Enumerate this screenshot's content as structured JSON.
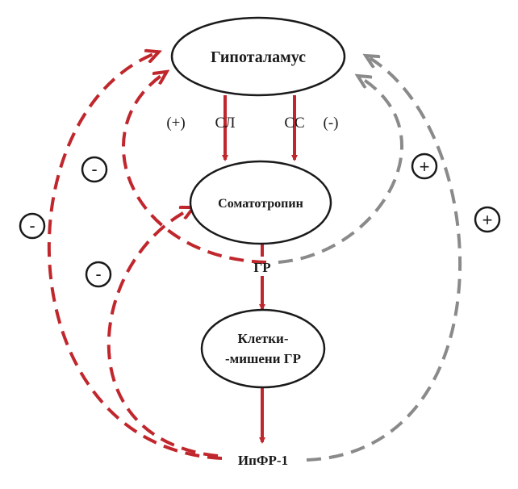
{
  "nodes": {
    "hypothalamus": "Гипоталамус",
    "somatotrophs": "Соматотропин",
    "target_cells_line1": "Клетки-",
    "target_cells_line2": "-мишени ГР",
    "gr": "ГР",
    "igf1": "ИпФР-1"
  },
  "labels": {
    "sl": "СЛ",
    "ss": "СС",
    "sl_sign": "(+)",
    "ss_sign": "(-)"
  },
  "signs": {
    "outer_left": "-",
    "inner_left_top": "-",
    "inner_left_bottom": "-",
    "right_inner": "+",
    "right_outer": "+"
  },
  "colors": {
    "inhibitory": "#c0272d",
    "stimulatory": "#8a8a8a",
    "solid_arrow": "#c0272d",
    "text": "#1a1a1a"
  }
}
